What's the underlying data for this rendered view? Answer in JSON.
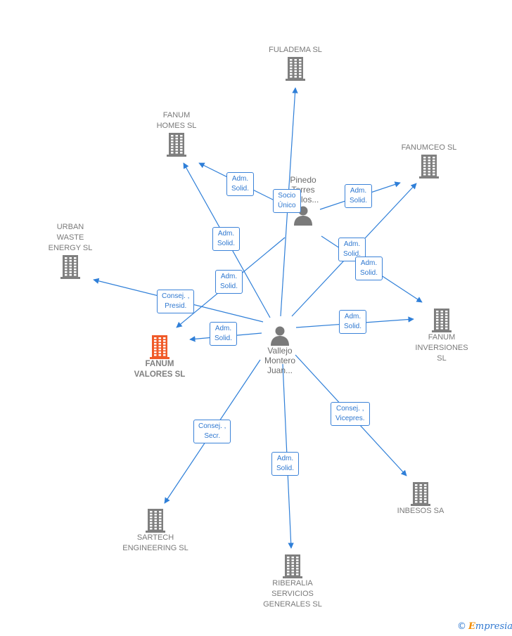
{
  "colors": {
    "edge": "#2f7fd8",
    "building": "#7f7f7f",
    "focus": "#f05a28",
    "person": "#7a7a7a"
  },
  "nodes": {
    "fuladema": "FULADEMA SL",
    "fanum_homes": "FANUM\nHOMES  SL",
    "fanumceo": "FANUMCEO SL",
    "urban_waste": "URBAN\nWASTE\nENERGY SL",
    "fanum_valores": "FANUM\nVALORES  SL",
    "fanum_inversiones": "FANUM\nINVERSIONES\nSL",
    "inbesos": "INBESOS SA",
    "sartech": "SARTECH\nENGINEERING SL",
    "riberalia": "RIBERALIA\nSERVICIOS\nGENERALES SL",
    "pinedo": "Pinedo\nTorres\nCarlos...",
    "vallejo": "Vallejo\nMontero\nJuan..."
  },
  "badges": {
    "socio_unico": "Socio\nÚnico",
    "adm_pinedo_homes": "Adm.\nSolid.",
    "adm_pinedo_fanumceo": "Adm.\nSolid.",
    "adm_pinedo_valores_a": "Adm.\nSolid.",
    "adm_pinedo_inversiones": "Adm.\nSolid.",
    "adm_vallejo_homes": "Adm.\nSolid.",
    "adm_vallejo_valores_b": "Adm.\nSolid.",
    "consej_presid": "Consej. ,\nPresid.",
    "adm_vallejo_valores": "Adm.\nSolid.",
    "adm_vallejo_inversiones": "Adm.\nSolid.",
    "consej_vicepres": "Consej. ,\nVicepres.",
    "consej_secr": "Consej. ,\nSecr.",
    "adm_vallejo_riberalia": "Adm.\nSolid."
  },
  "icons": {
    "building": "building-icon",
    "person": "person-icon"
  },
  "brand": {
    "copyright": "©",
    "e": "E",
    "rest": "mpresia"
  }
}
